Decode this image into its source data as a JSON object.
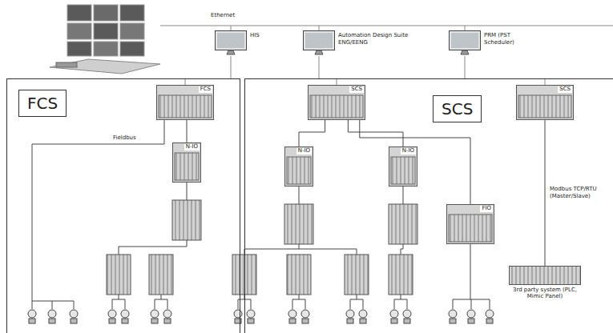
{
  "diagram": {
    "nodes": [
      {
        "text": [
          "HIS"
        ]
      },
      {
        "text": [
          "Automation Design Suite ENG/EENG"
        ]
      },
      {
        "text": [
          "PRM (PST Scheduler)"
        ]
      },
      {
        "text": [
          "FCS"
        ]
      },
      {
        "text": [
          "FCS"
        ],
        "in": 3
      },
      {
        "text": [
          "N-IO"
        ],
        "in": 3
      },
      {
        "text": [
          "SCS"
        ]
      },
      {
        "text": [
          "SCS"
        ],
        "in": 6
      },
      {
        "text": [
          "SCS"
        ],
        "in": 6
      },
      {
        "text": [
          "N-IO"
        ],
        "in": 6
      },
      {
        "text": [
          "N-IO"
        ],
        "in": 6
      },
      {
        "text": [
          "FIO"
        ],
        "in": 6
      },
      {
        "text": [
          "3rd party system (PLC, Mimic Panel)"
        ],
        "in": 6
      }
    ],
    "edges": [
      {
        "from": 4,
        "to": 5,
        "arrow": "none"
      },
      {
        "from": 7,
        "to": 9,
        "arrow": "none"
      },
      {
        "from": 7,
        "to": 10,
        "arrow": "none"
      },
      {
        "from": 7,
        "to": 11,
        "arrow": "none"
      },
      {
        "from": 8,
        "to": 12,
        "label": "Modbus TCP/RTU (Master/Slave)",
        "arrow": "none"
      }
    ],
    "labels": [
      "Ethernet",
      "Fieldbus"
    ]
  }
}
